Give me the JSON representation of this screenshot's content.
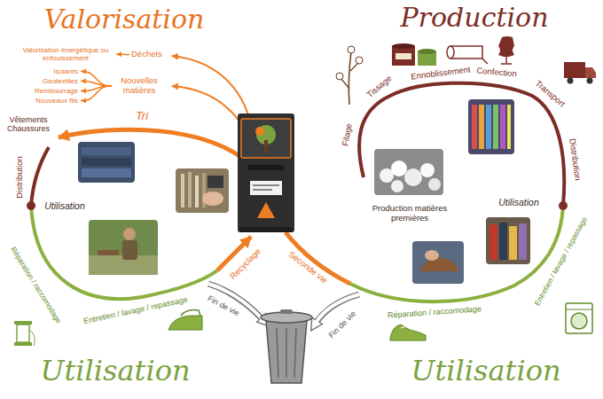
{
  "diagram": {
    "nodes": [
      {
        "text": [
          "Déchets"
        ]
      },
      {
        "text": [
          "Valorisation énergétique ou enfouissement"
        ]
      },
      {
        "text": [
          "Nouvelles matières"
        ]
      },
      {
        "text": [
          "Isolants"
        ]
      },
      {
        "text": [
          "Géotextiles"
        ]
      },
      {
        "text": [
          "Rembourrage"
        ]
      },
      {
        "text": [
          "Nouveaux fils"
        ]
      }
    ],
    "edges": [
      {
        "from": 0,
        "to": 1,
        "arrow": "to"
      },
      {
        "from": 2,
        "to": 3,
        "arrow": "to"
      },
      {
        "from": 2,
        "to": 4,
        "arrow": "to"
      },
      {
        "from": 2,
        "to": 5,
        "arrow": "to"
      },
      {
        "from": 2,
        "to": 6,
        "arrow": "to"
      }
    ],
    "labels": [
      "Valorisation",
      "Production",
      "Vêtements Chaussures",
      "Tri",
      "Distribution",
      "Utilisation",
      "Réparation / raccomodage",
      "Entretien / lavage / repassage",
      "Recyclage",
      "Fin de vie",
      "Seconde vie",
      "Fin de vie",
      "Filage",
      "Tissage",
      "Ennoblissement",
      "Confection",
      "Transport",
      "Distribution",
      "Production matières premières",
      "Utilisation",
      "Réparation / raccomodage",
      "Entretien / lavage / repassage",
      "Utilisation",
      "Utilisation"
    ]
  }
}
